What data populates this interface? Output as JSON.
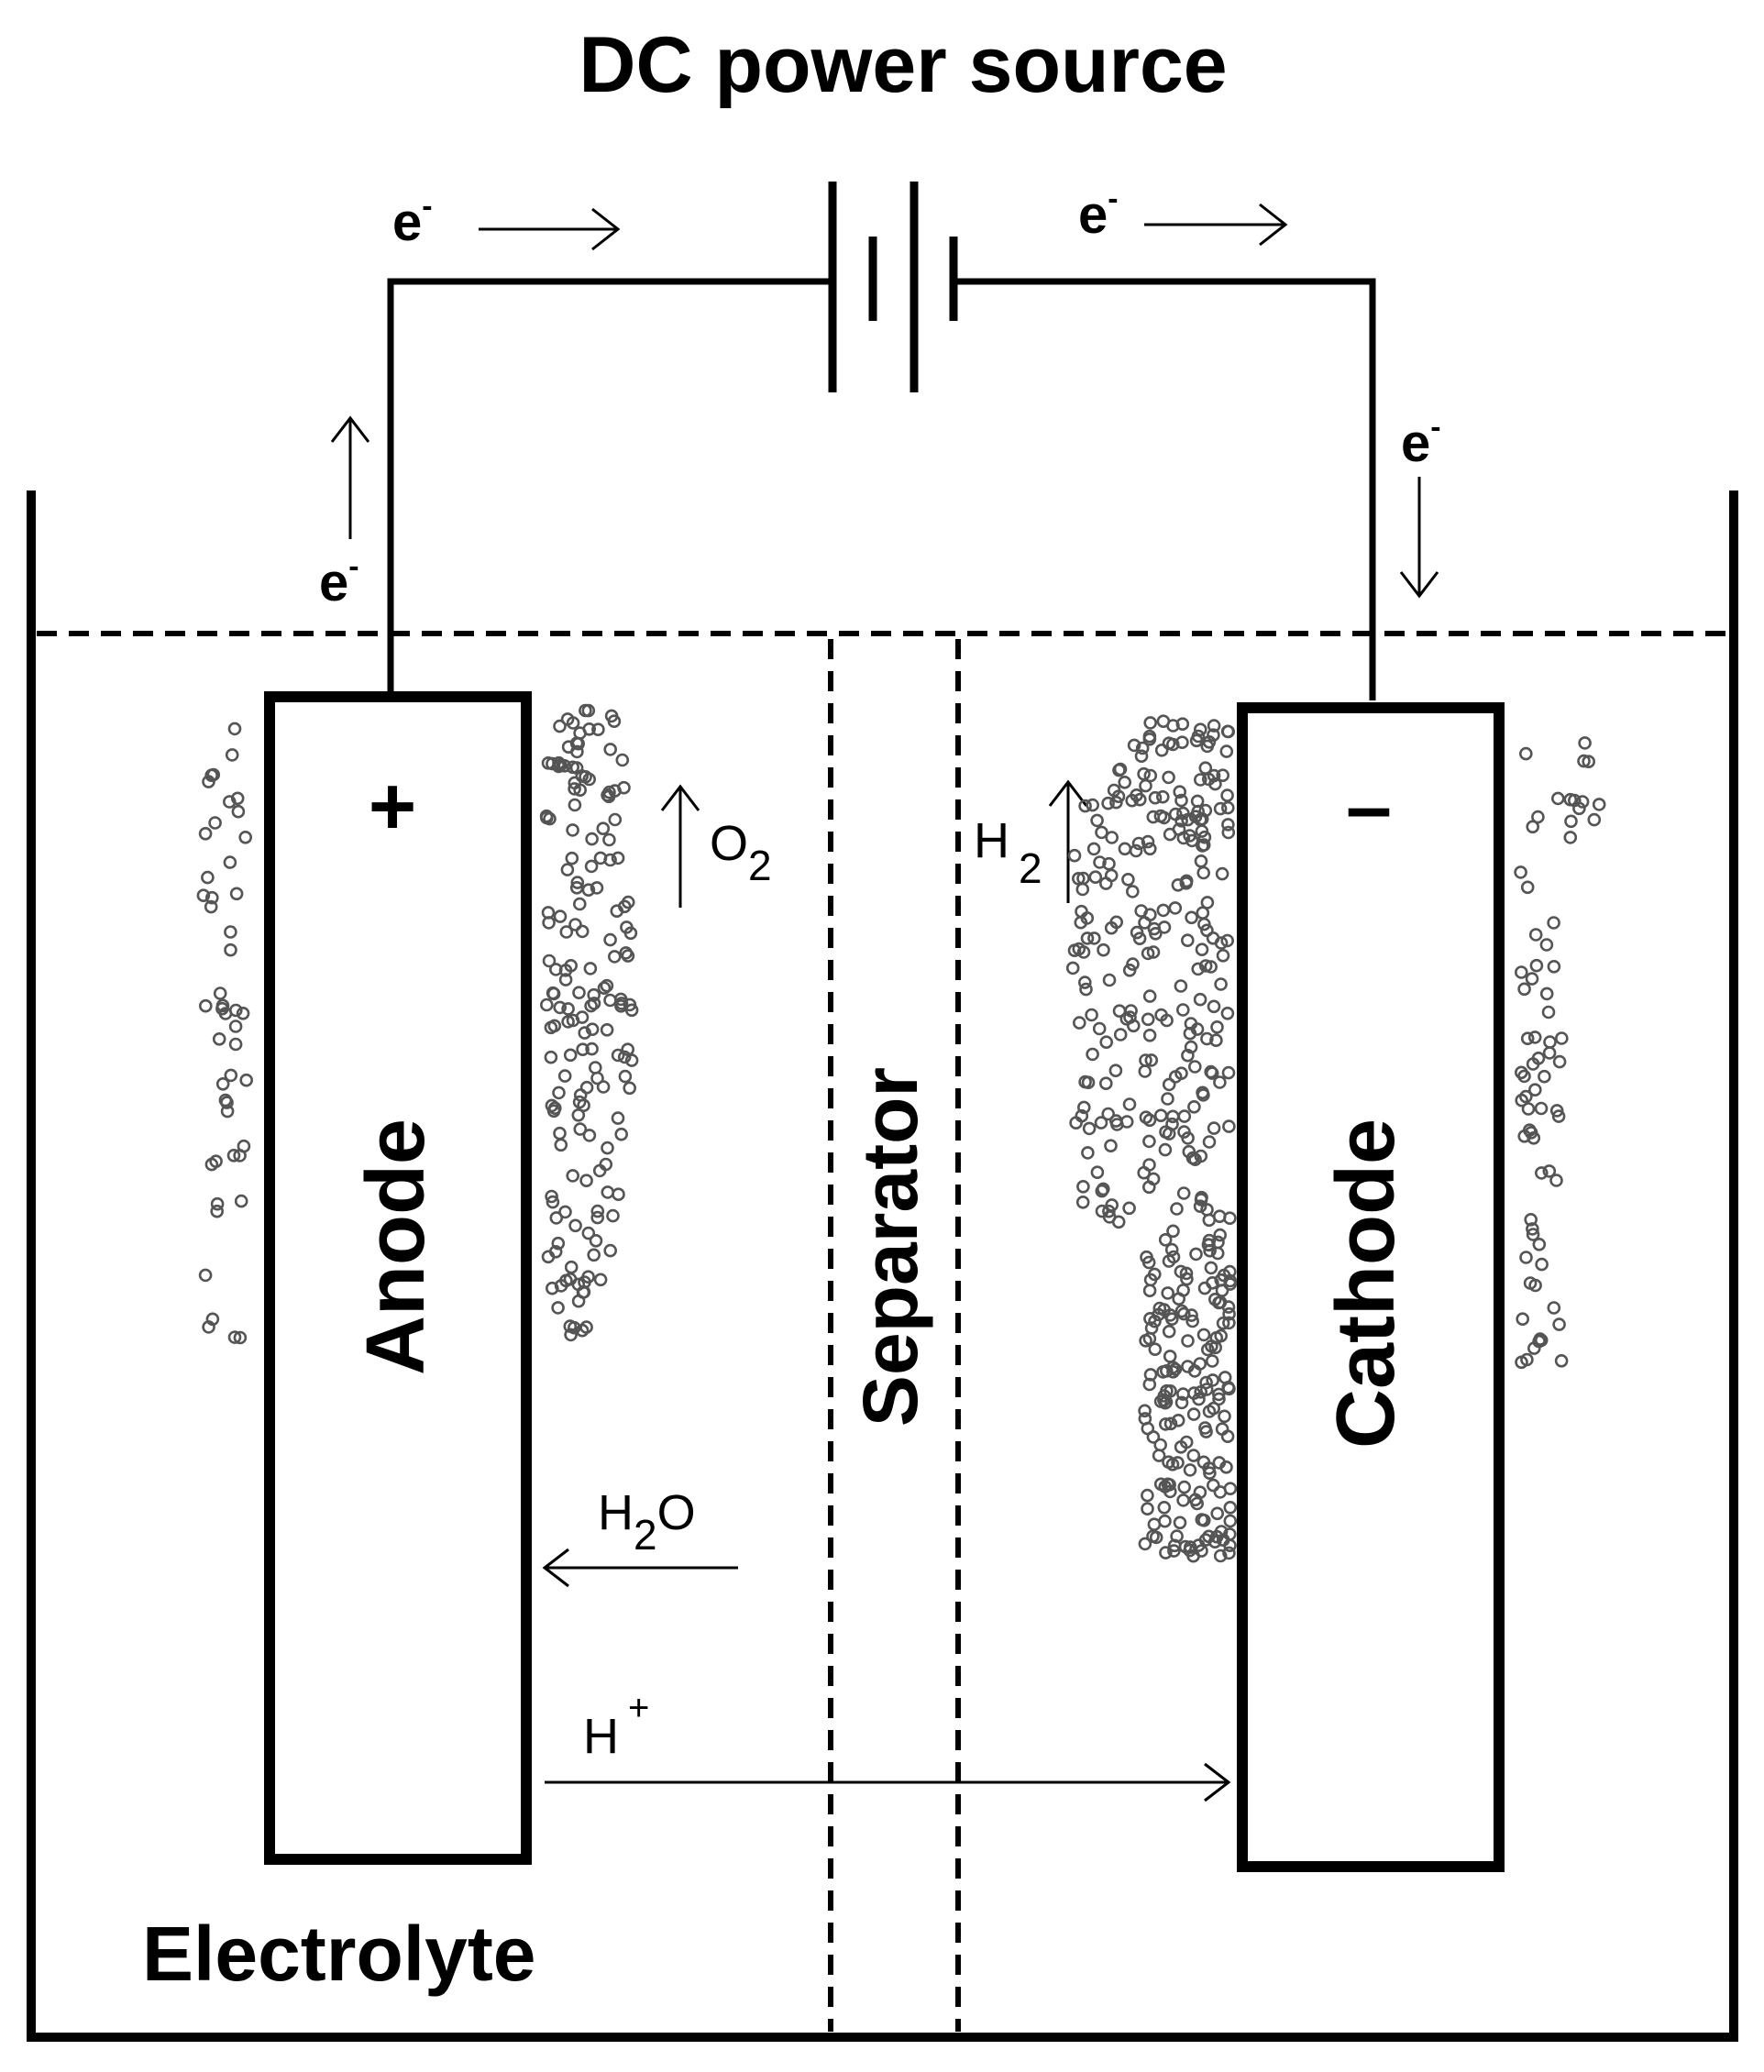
{
  "title": "DC power source",
  "labels": {
    "electron": "e",
    "electron_charge": "-",
    "anode": "Anode",
    "cathode": "Cathode",
    "separator": "Separator",
    "electrolyte": "Electrolyte",
    "plus": "+",
    "minus": "–",
    "o2_base": "O",
    "o2_sub": "2",
    "h2_base": "H",
    "h2_sub": "2",
    "h2o_h": "H",
    "h2o_sub": "2",
    "h2o_o": "O",
    "hplus_base": "H",
    "hplus_sup": "+"
  },
  "colors": {
    "line": "#000000",
    "bubble": "#555555",
    "background": "#ffffff"
  }
}
